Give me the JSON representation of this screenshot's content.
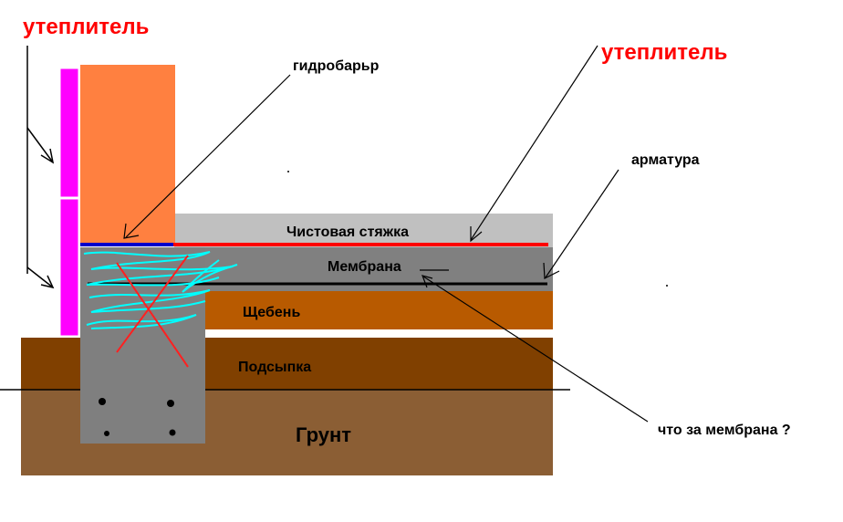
{
  "labels": {
    "insulation_left": "утеплитель",
    "insulation_right": "утеплитель",
    "hydrobarrier": "гидробарьр",
    "rebar": "арматура",
    "finish_screed": "Чистовая стяжка",
    "membrane": "Мембрана",
    "crushed_stone": "Щебень",
    "bedding": "Подсыпка",
    "soil": "Грунт",
    "question": "что за мембрана ?"
  },
  "colors": {
    "insulation_board": "#ff00ff",
    "wall": "#ff8040",
    "screed": "#c0c0c0",
    "membrane_layer": "#808080",
    "crushed_stone_layer": "#b85a00",
    "bedding_layer": "#804000",
    "soil_layer": "#8b5e34",
    "foundation": "#7f7f7f",
    "red_line": "#ff0000",
    "blue_line": "#0000cc",
    "water_scribble": "#00ffff",
    "red_text": "#ff0000"
  }
}
